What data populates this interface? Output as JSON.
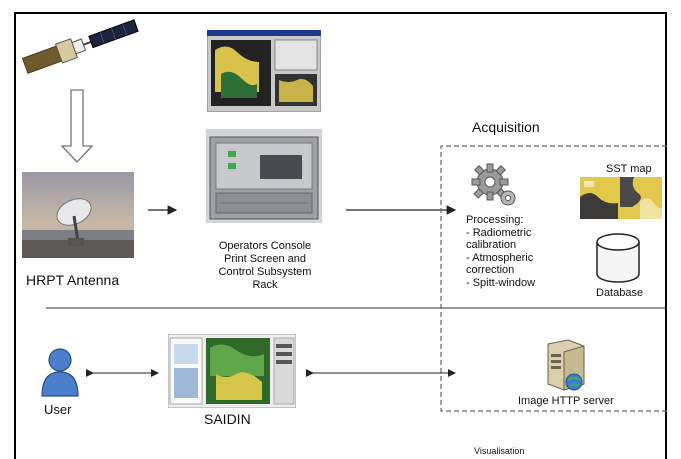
{
  "labels": {
    "acquisition": "Acquisition",
    "hrpt_antenna": "HRPT Antenna",
    "operators_console": "Operators Console\nPrint Screen and\nControl Subsystem\nRack",
    "processing": "Processing:\n- Radiometric\n  calibration\n- Atmospheric\n  correction\n- Spitt-window",
    "sst_map": "SST map",
    "database": "Database",
    "user": "User",
    "saidin": "SAIDIN",
    "image_http_server": "Image HTTP server",
    "visualisation": "Visualisation"
  },
  "icons": {
    "satellite": "satellite-icon",
    "antenna": "satellite-dish-photo",
    "console": "console-rack-photo",
    "processing": "gear-icon",
    "database": "database-cylinder-icon",
    "user": "user-icon",
    "server": "server-icon"
  },
  "colors": {
    "frame": "#000000",
    "arrow": "#222222",
    "dashed_box": "#666666",
    "gear": "#9a9a9a",
    "user_fill": "#4a7fcc",
    "map_yellow": "#e2c94c",
    "map_green": "#3d8f2f"
  }
}
